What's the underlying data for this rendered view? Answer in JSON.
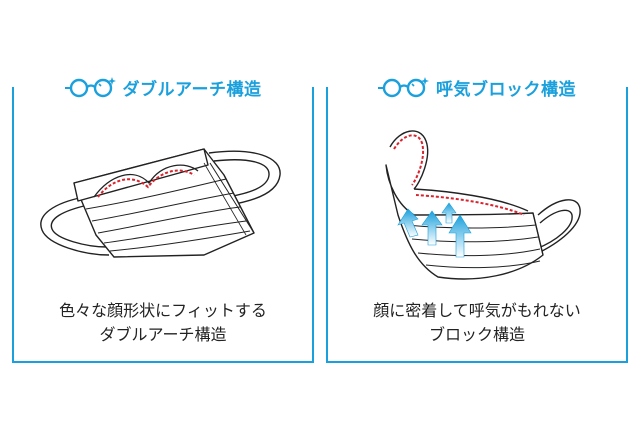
{
  "colors": {
    "accent": "#1aa0dc",
    "seam": "#d9232d",
    "line": "#222222"
  },
  "panels": [
    {
      "title": "ダブルアーチ構造",
      "icon": "glasses-sparkle-icon",
      "caption_line1": "色々な顔形状にフィットする",
      "caption_line2": "ダブルアーチ構造"
    },
    {
      "title": "呼気ブロック構造",
      "icon": "glasses-sparkle-icon",
      "caption_line1": "顔に密着して呼気がもれない",
      "caption_line2": "ブロック構造"
    }
  ]
}
